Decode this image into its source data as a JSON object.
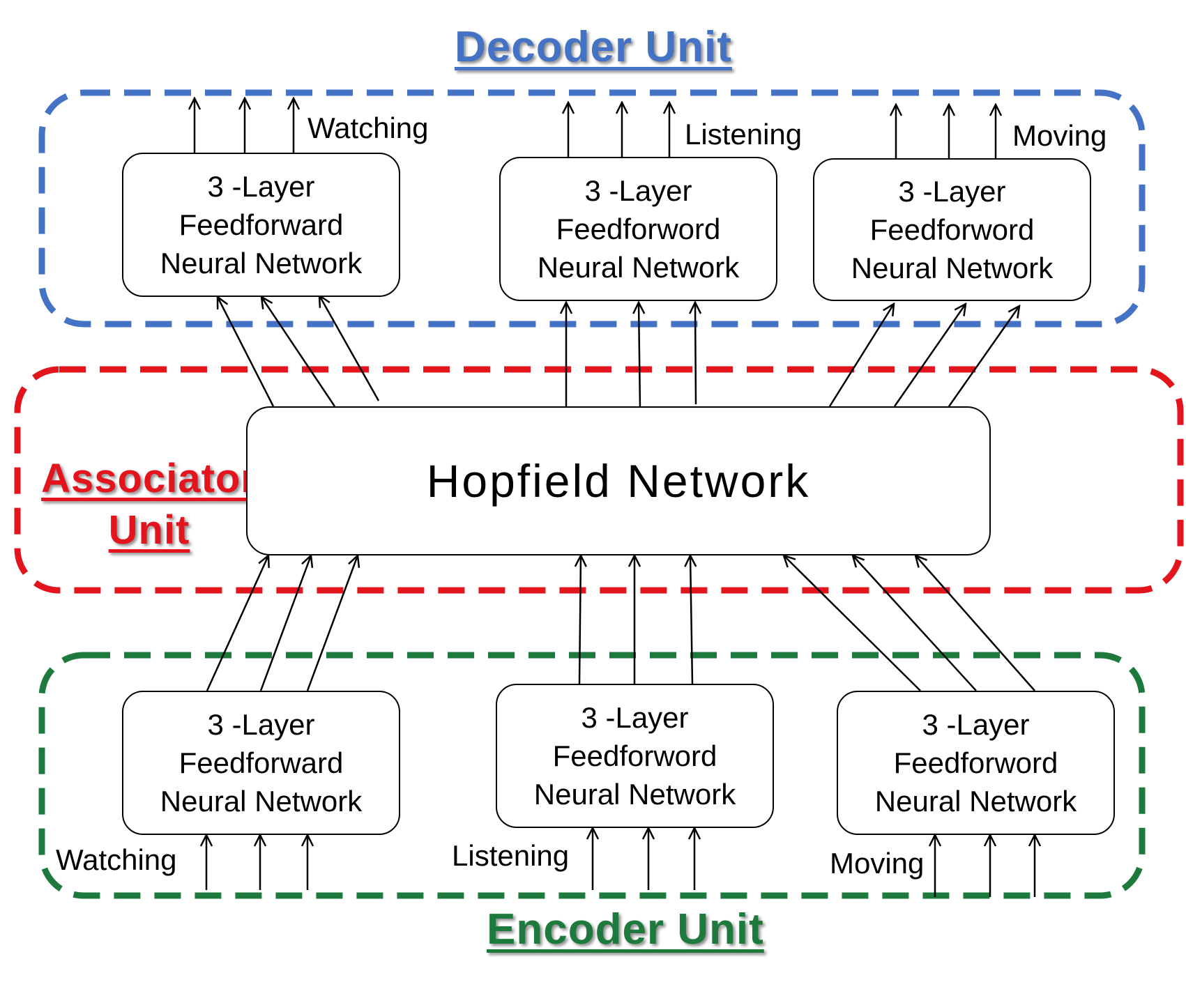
{
  "colors": {
    "decoder": "#4472c4",
    "associator": "#e3141c",
    "encoder": "#1e7a3c",
    "lines": "#000000"
  },
  "decoder": {
    "title": "Decoder Unit",
    "modules": [
      {
        "lines": [
          "3 -Layer",
          "Feedforward",
          "Neural Network"
        ],
        "output_label": "Watching"
      },
      {
        "lines": [
          "3 -Layer",
          "Feedforword",
          "Neural Network"
        ],
        "output_label": "Listening"
      },
      {
        "lines": [
          "3 -Layer",
          "Feedforword",
          "Neural Network"
        ],
        "output_label": "Moving"
      }
    ]
  },
  "associator": {
    "title_line1": "Associator",
    "title_line2": "Unit",
    "network_label": "Hopfield Network"
  },
  "encoder": {
    "title": "Encoder Unit",
    "modules": [
      {
        "lines": [
          "3 -Layer",
          "Feedforward",
          "Neural Network"
        ],
        "input_label": "Watching"
      },
      {
        "lines": [
          "3 -Layer",
          "Feedforword",
          "Neural Network"
        ],
        "input_label": "Listening"
      },
      {
        "lines": [
          "3 -Layer",
          "Feedforword",
          "Neural Network"
        ],
        "input_label": "Moving"
      }
    ]
  }
}
